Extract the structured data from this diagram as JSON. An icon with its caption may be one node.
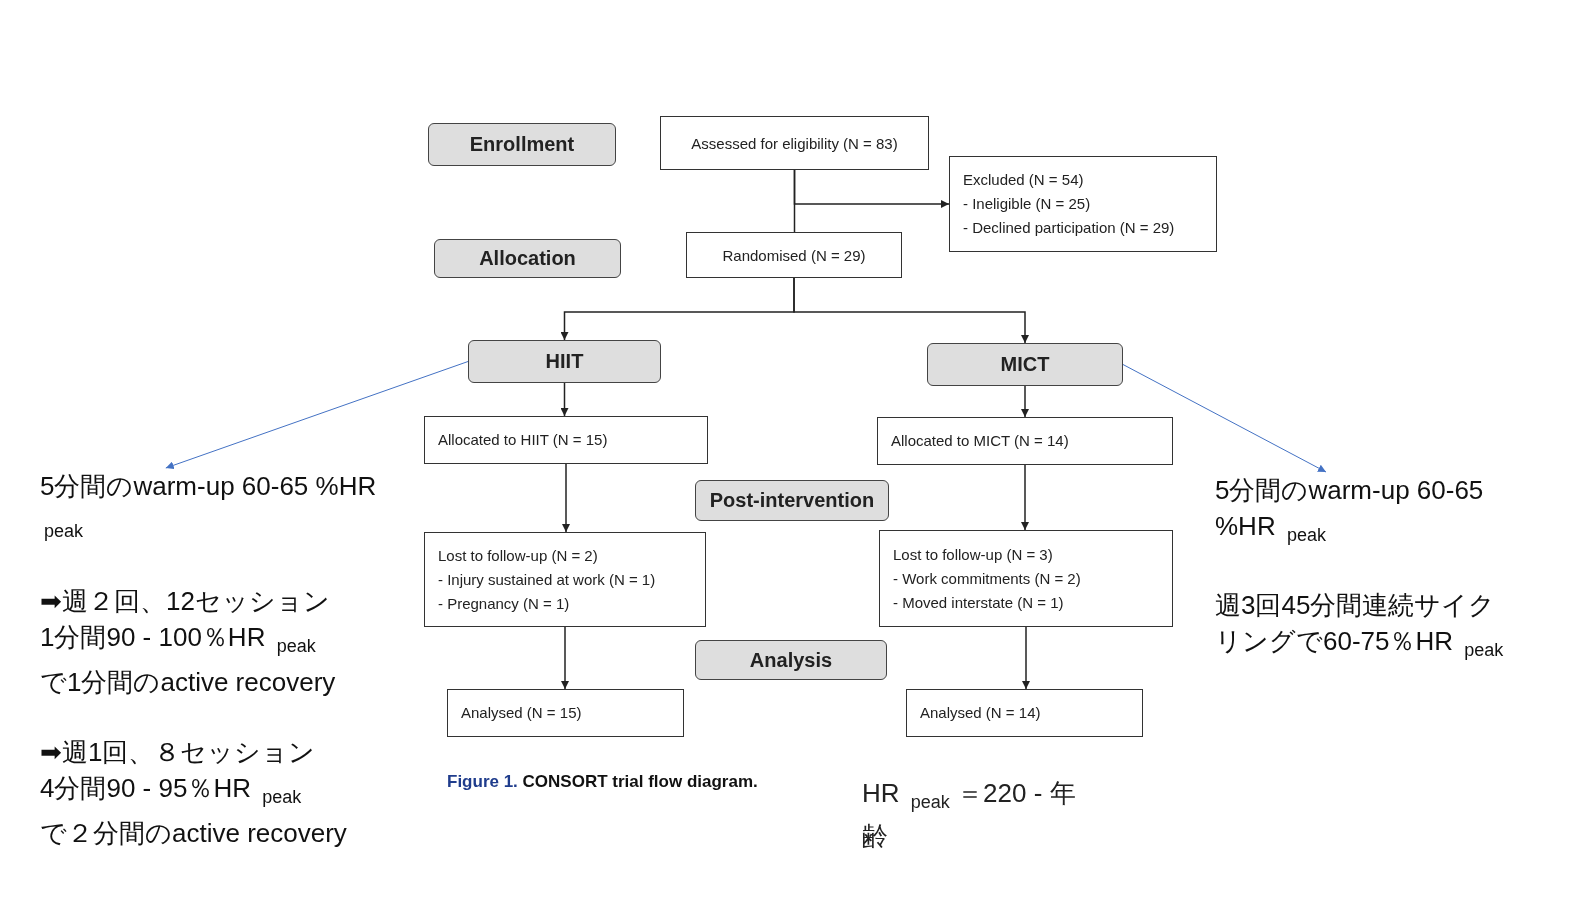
{
  "diagram": {
    "caption": "Figure 1. CONSORT trial flow diagram.",
    "nodes": [
      {
        "text": [
          "Enrollment"
        ]
      },
      {
        "text": [
          "Assessed for eligibility (N = 83)"
        ]
      },
      {
        "text": [
          "Excluded (N = 54)",
          "- Ineligible (N = 25)",
          "- Declined participation (N = 29)"
        ]
      },
      {
        "text": [
          "Allocation"
        ]
      },
      {
        "text": [
          "Randomised (N = 29)"
        ]
      },
      {
        "text": [
          "HIIT"
        ]
      },
      {
        "text": [
          "MICT"
        ]
      },
      {
        "text": [
          "Allocated to HIIT (N = 15)"
        ]
      },
      {
        "text": [
          "Post-intervention"
        ]
      },
      {
        "text": [
          "Allocated to MICT (N = 14)"
        ]
      },
      {
        "text": [
          "Lost to follow-up (N = 2)",
          "- Injury sustained at work (N = 1)",
          "- Pregnancy (N = 1)"
        ]
      },
      {
        "text": [
          "Lost to follow-up (N = 3)",
          "- Work commitments (N = 2)",
          "- Moved interstate (N = 1)"
        ]
      },
      {
        "text": [
          "Analysis"
        ]
      },
      {
        "text": [
          "Analysed (N = 15)"
        ]
      },
      {
        "text": [
          "Analysed (N = 14)"
        ]
      },
      {
        "text": [
          "5分間のwarm-up 60-65 %HR $_{peak}$",
          "➡週２回、12セッション 1分間90 - 100％HR $_{peak}$ で1分間のactive recovery",
          "➡週1回、８セッション 4分間90 - 95％HR $_{peak}$ で２分間のactive recovery"
        ]
      },
      {
        "text": [
          "5分間のwarm-up 60-65 %HR $_{peak}$",
          "週3回45分間連続サイクリングで60-75％HR $_{peak}$"
        ]
      }
    ],
    "edges": [
      {
        "from": 1,
        "to": 2,
        "arrow": "to"
      },
      {
        "from": 1,
        "to": 4,
        "arrow": "none"
      },
      {
        "from": 4,
        "to": 5,
        "arrow": "to"
      },
      {
        "from": 4,
        "to": 6,
        "arrow": "to"
      },
      {
        "from": 5,
        "to": 7,
        "arrow": "to"
      },
      {
        "from": 6,
        "to": 9,
        "arrow": "to"
      },
      {
        "from": 7,
        "to": 10,
        "arrow": "to"
      },
      {
        "from": 9,
        "to": 11,
        "arrow": "to"
      },
      {
        "from": 10,
        "to": 13,
        "arrow": "to"
      },
      {
        "from": 11,
        "to": 14,
        "arrow": "to"
      },
      {
        "from": 5,
        "to": 15,
        "arrow": "to",
        "color": "#4472c4"
      },
      {
        "from": 6,
        "to": 16,
        "arrow": "to",
        "color": "#4472c4"
      }
    ],
    "labels": [
      "HR $_{peak}$ ＝220 - 年齢"
    ]
  }
}
